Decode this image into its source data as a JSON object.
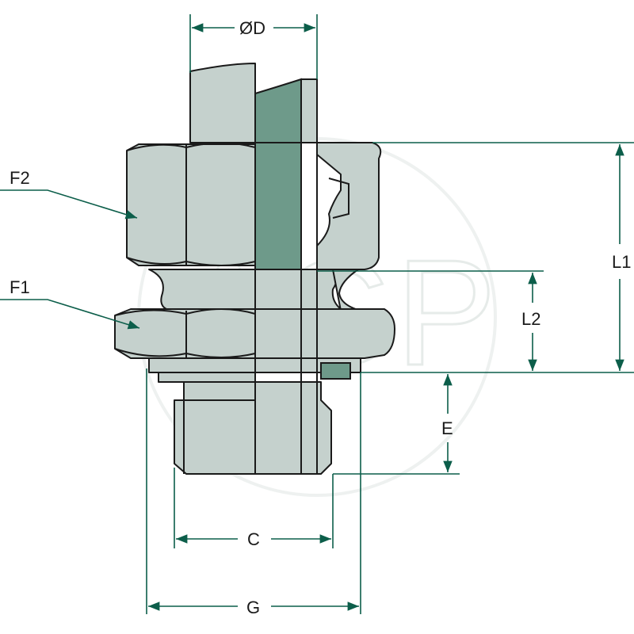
{
  "labels": {
    "od": "ØD",
    "f2": "F2",
    "f1": "F1",
    "l1": "L1",
    "l2": "L2",
    "e": "E",
    "c": "C",
    "g": "G"
  },
  "watermark": {
    "text": "AGP"
  },
  "colors": {
    "metal": "#c5d1cd",
    "section": "#6e9a8a",
    "dimension": "#0c5e4a",
    "outline": "#1a1a1a"
  }
}
